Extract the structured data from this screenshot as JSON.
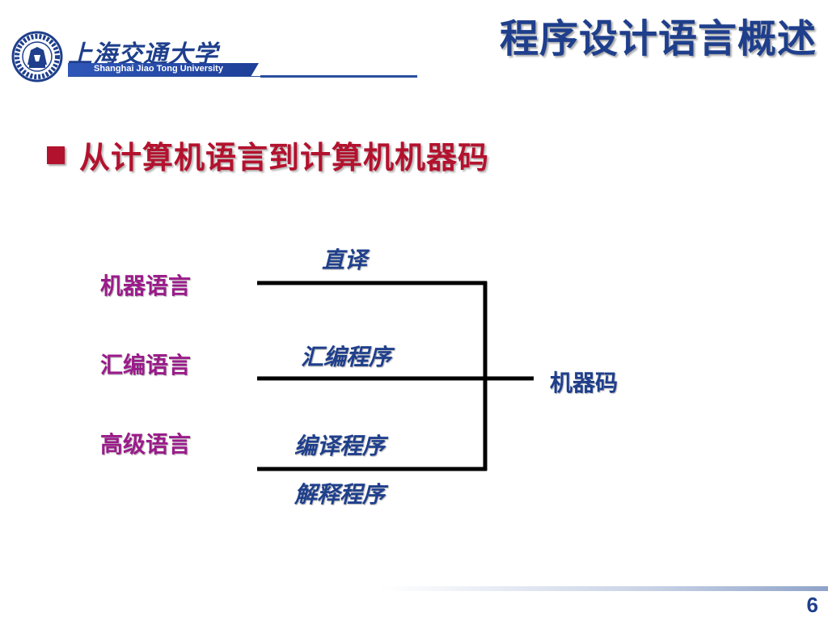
{
  "header": {
    "logo_cn": "上海交通大学",
    "logo_en": "Shanghai Jiao Tong University",
    "title": "程序设计语言概述"
  },
  "bullet": {
    "text": "从计算机语言到计算机机器码"
  },
  "diagram": {
    "sources": [
      {
        "label": "机器语言"
      },
      {
        "label": "汇编语言"
      },
      {
        "label": "高级语言"
      }
    ],
    "edges": [
      {
        "label": "直译"
      },
      {
        "label": "汇编程序"
      },
      {
        "label": "编译程序"
      },
      {
        "label": "解释程序"
      }
    ],
    "target": "机器码"
  },
  "footer": {
    "page_number": "6"
  },
  "colors": {
    "brand_blue": "#1f3f8c",
    "accent_red": "#b3122e",
    "source_purple": "#9b1b8a"
  }
}
